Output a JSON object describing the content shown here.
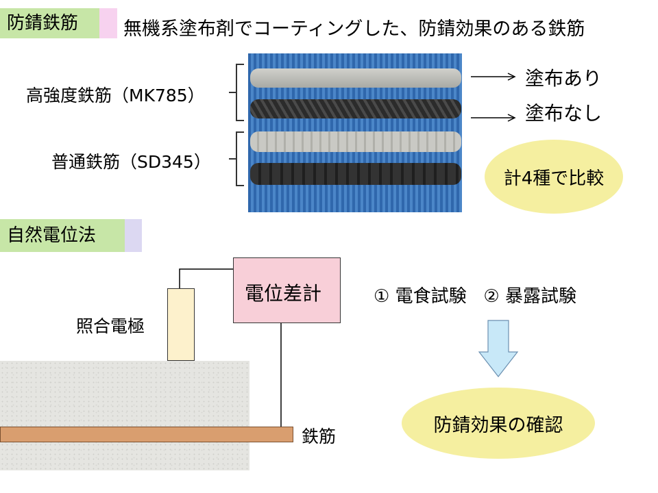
{
  "header1": {
    "tag": "防錆鉄筋",
    "description": "無機系塗布剤でコーティングした、防錆効果のある鉄筋"
  },
  "photo": {
    "labels": {
      "high_strength": "高強度鉄筋（MK785）",
      "normal": "普通鉄筋（SD345）"
    },
    "arrows": {
      "coated": "塗布あり",
      "uncoated": "塗布なし"
    },
    "compare_note": "計4種で比較"
  },
  "header2": {
    "tag": "自然電位法"
  },
  "diagram": {
    "meter": "電位差計",
    "electrode": "照合電極",
    "rebar": "鉄筋",
    "tests": "① 電食試験   ② 暴露試験",
    "result": "防錆効果の確認"
  },
  "colors": {
    "tag_green": "#c7e6a7",
    "tag_pink": "#f7d2ef",
    "tag_lavender": "#dcd8f2",
    "meter_fill": "#f8cfd8",
    "electrode_fill": "#fdf1cc",
    "rebar_fill": "#d99e6f",
    "arrow_fill": "#c8e8f8",
    "ellipse_fill": "#f5efa0"
  }
}
